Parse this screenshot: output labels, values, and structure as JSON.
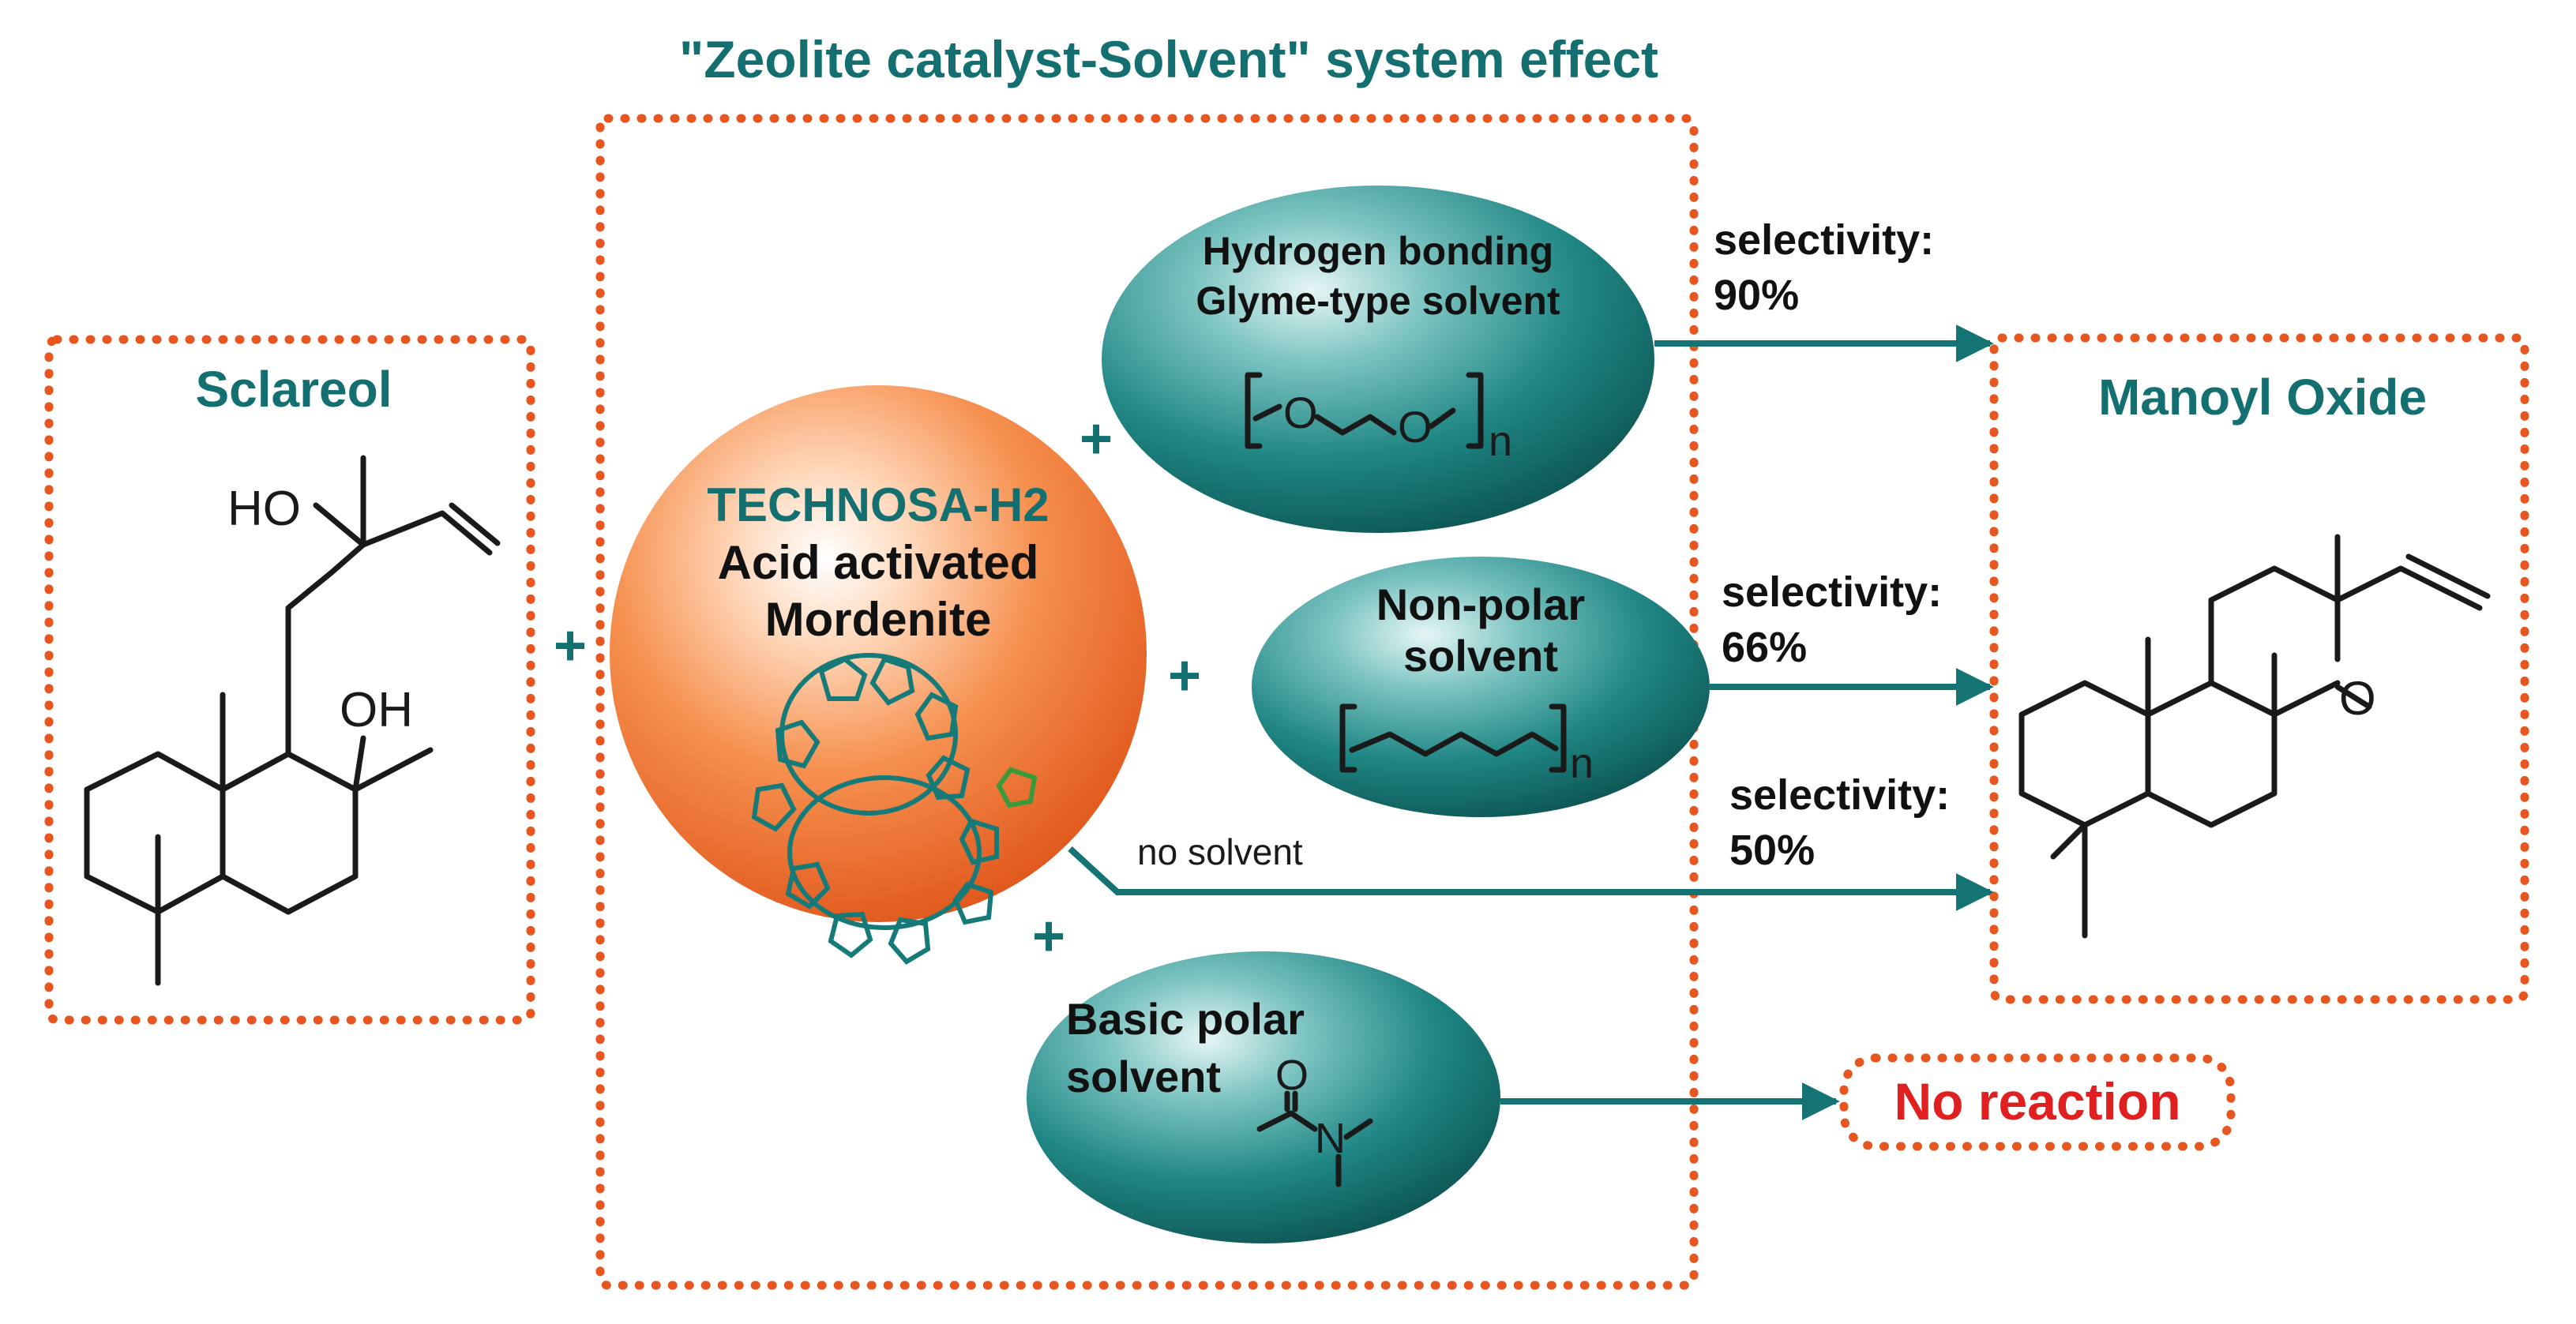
{
  "title": "\"Zeolite catalyst-Solvent\" system effect",
  "reactant": {
    "name": "Sclareol",
    "labels": [
      "HO",
      "OH"
    ]
  },
  "catalyst": {
    "name": "TECHNOSA-H2",
    "line1": "Acid activated",
    "line2": "Mordenite"
  },
  "solvents": {
    "hbond": {
      "line1": "Hydrogen bonding",
      "line2": "Glyme-type solvent",
      "formula_o": "O",
      "formula_n": "n"
    },
    "nonpolar": {
      "line1": "Non-polar",
      "line2": "solvent",
      "formula_n": "n"
    },
    "basic": {
      "line1": "Basic polar",
      "line2": "solvent",
      "formula_o": "O",
      "formula_n": "N"
    }
  },
  "no_solvent_label": "no solvent",
  "selectivity": [
    {
      "label": "selectivity:",
      "value": "90%"
    },
    {
      "label": "selectivity:",
      "value": "66%"
    },
    {
      "label": "selectivity:",
      "value": "50%"
    }
  ],
  "product": {
    "name": "Manoyl Oxide",
    "atom_o": "O"
  },
  "no_reaction": "No reaction",
  "plus": "+",
  "colors": {
    "teal": "#147070",
    "orange": "#e8561f",
    "red": "#e02020",
    "arrow": "#147474"
  }
}
